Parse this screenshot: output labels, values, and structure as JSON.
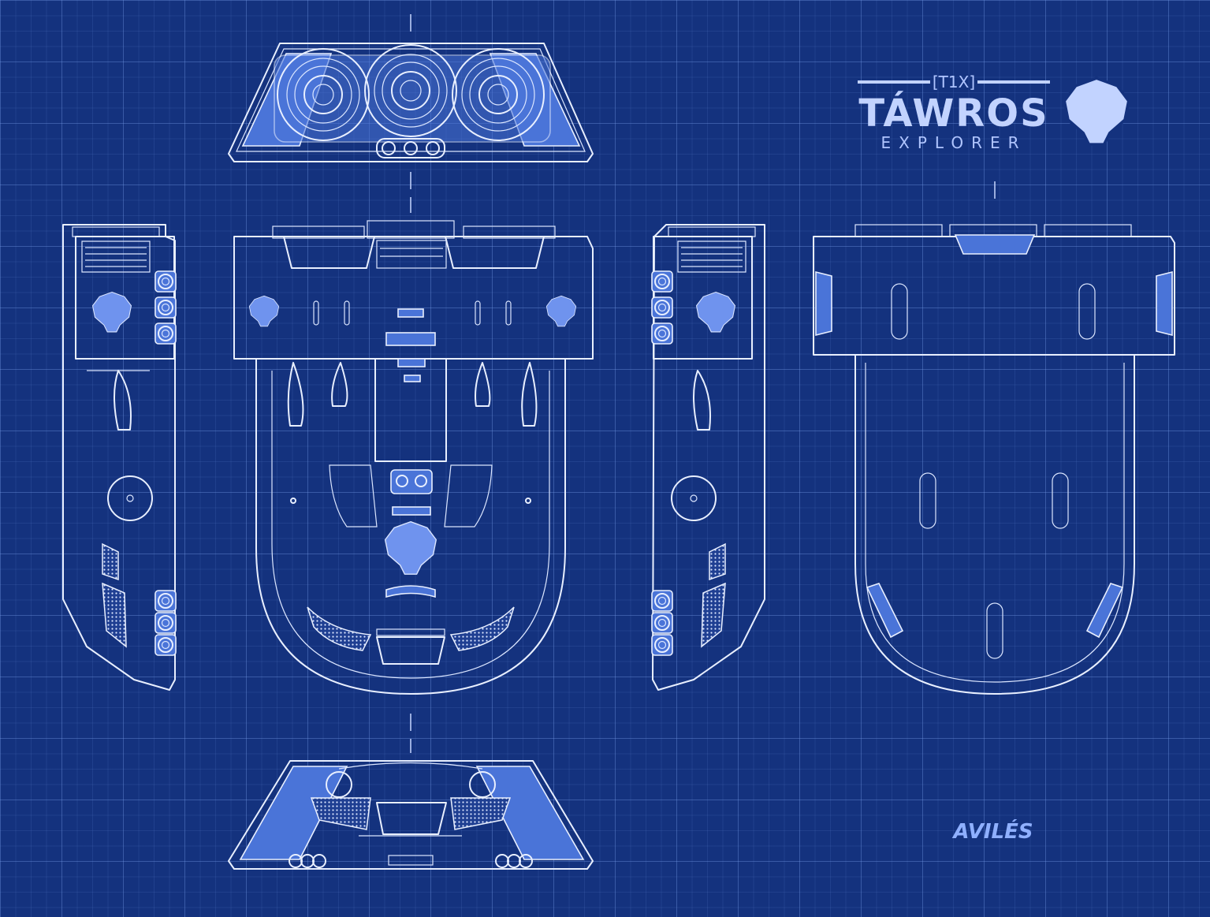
{
  "logo": {
    "model": "[T1X]",
    "brand": "TÁWROS",
    "subtitle": "EXPLORER"
  },
  "signature": "AVILÉS",
  "colors": {
    "background": "#14327e",
    "line": "#e8efff",
    "accent": "#6f93ee",
    "texture": "#4a74d8"
  },
  "icons": {
    "emblem": "tawros-bull-emblem"
  }
}
